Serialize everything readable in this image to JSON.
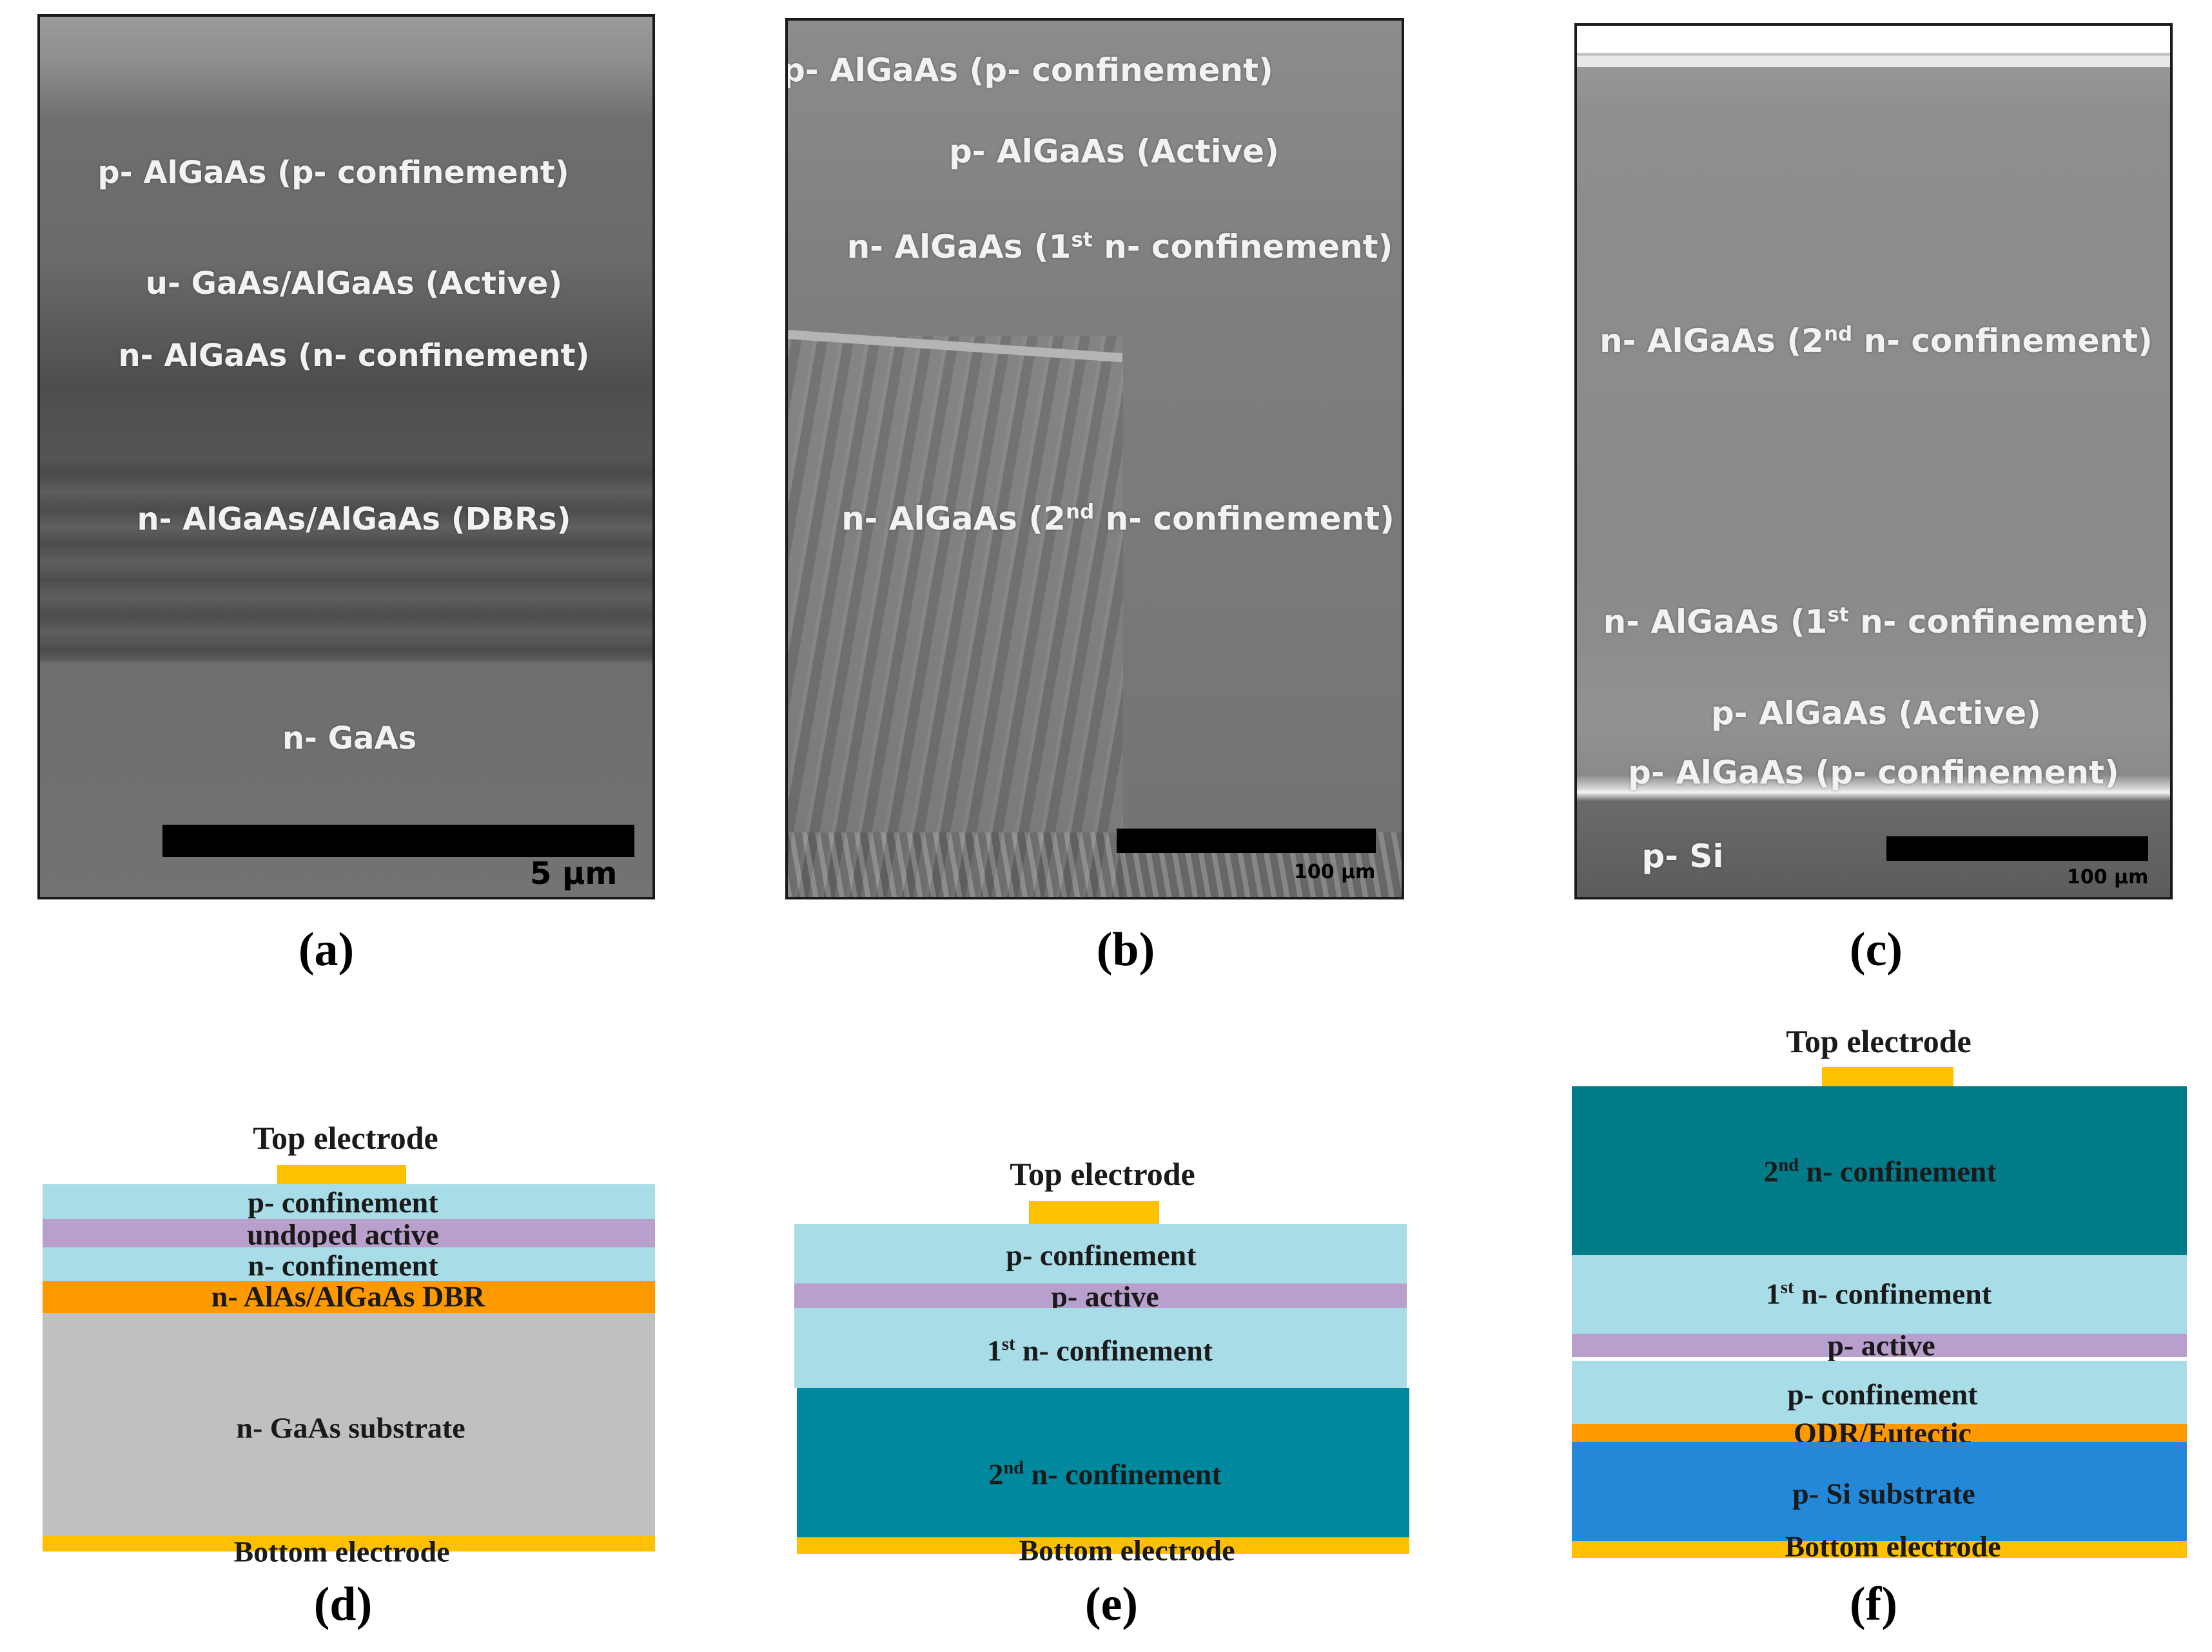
{
  "panels": {
    "a": {
      "caption": "(a)",
      "labels": [
        "p- AlGaAs (p- confinement)",
        "u- GaAs/AlGaAs (Active)",
        "n- AlGaAs (n- confinement)",
        "n- AlGaAs/AlGaAs (DBRs)",
        "n- GaAs"
      ],
      "scale": "5 μm"
    },
    "b": {
      "caption": "(b)",
      "labels": {
        "p_conf": "p- AlGaAs (p- confinement)",
        "active": "p- AlGaAs (Active)",
        "n1_pre": "n- AlGaAs (1",
        "n1_sup": "st",
        "n1_post": " n- confinement)",
        "n2_pre": "n- AlGaAs (2",
        "n2_sup": "nd",
        "n2_post": " n- confinement)"
      },
      "scale": "100 μm"
    },
    "c": {
      "caption": "(c)",
      "labels": {
        "n2_pre": "n- AlGaAs (2",
        "n2_sup": "nd",
        "n2_post": " n- confinement)",
        "n1_pre": "n- AlGaAs (1",
        "n1_sup": "st",
        "n1_post": " n- confinement)",
        "active": "p- AlGaAs (Active)",
        "p_conf": "p- AlGaAs (p- confinement)",
        "si": "p- Si"
      },
      "scale": "100 μm"
    },
    "d": {
      "caption": "(d)",
      "top_electrode": "Top electrode",
      "layers": {
        "p_conf": "p- confinement",
        "active": "undoped active",
        "n_conf": "n- confinement",
        "dbr": "n- AlAs/AlGaAs DBR",
        "substrate": "n- GaAs substrate",
        "bottom": "Bottom electrode"
      }
    },
    "e": {
      "caption": "(e)",
      "top_electrode": "Top electrode",
      "layers": {
        "p_conf": "p- confinement",
        "active": "p- active",
        "n1_pre": "1",
        "n1_sup": "st",
        "n1_post": " n- confinement",
        "n2_pre": "2",
        "n2_sup": "nd",
        "n2_post": " n- confinement",
        "bottom": "Bottom electrode"
      }
    },
    "f": {
      "caption": "(f)",
      "top_electrode": "Top electrode",
      "layers": {
        "n2_pre": "2",
        "n2_sup": "nd",
        "n2_post": " n- confinement",
        "n1_pre": "1",
        "n1_sup": "st",
        "n1_post": " n-  confinement",
        "active": "p- active",
        "p_conf": "p- confinement",
        "odr": "ODR/Eutectic",
        "si": "p- Si substrate",
        "bottom": "Bottom electrode"
      }
    }
  },
  "colors": {
    "electrode": "#ffc000",
    "light_cyan": "#a8dde8",
    "purple": "#b89fcc",
    "orange_dbr": "#ff9900",
    "gray_substrate": "#c0c0c0",
    "teal": "#00899e",
    "teal_dark": "#007b87",
    "blue_si": "#2488d8",
    "odr": "#ff9900"
  }
}
